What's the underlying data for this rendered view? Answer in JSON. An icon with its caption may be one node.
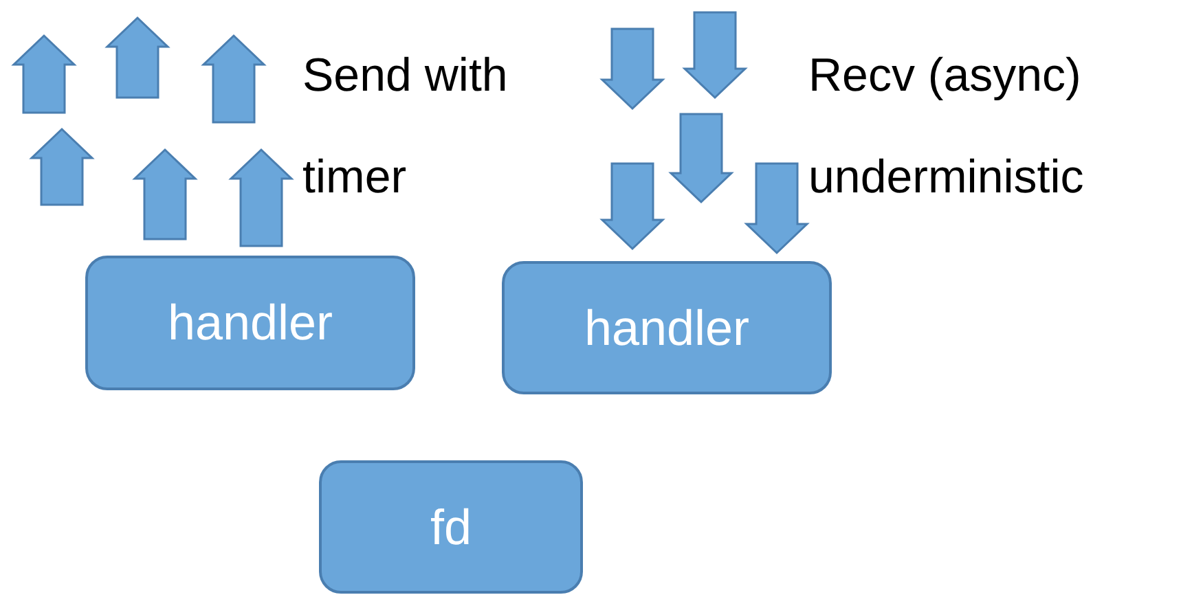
{
  "diagram": {
    "nodes": [
      {
        "text": [
          "handler"
        ]
      },
      {
        "text": [
          "handler"
        ]
      },
      {
        "text": [
          "fd"
        ]
      }
    ],
    "labels": [
      "Send with timer",
      "Recv (async) underministic"
    ]
  }
}
